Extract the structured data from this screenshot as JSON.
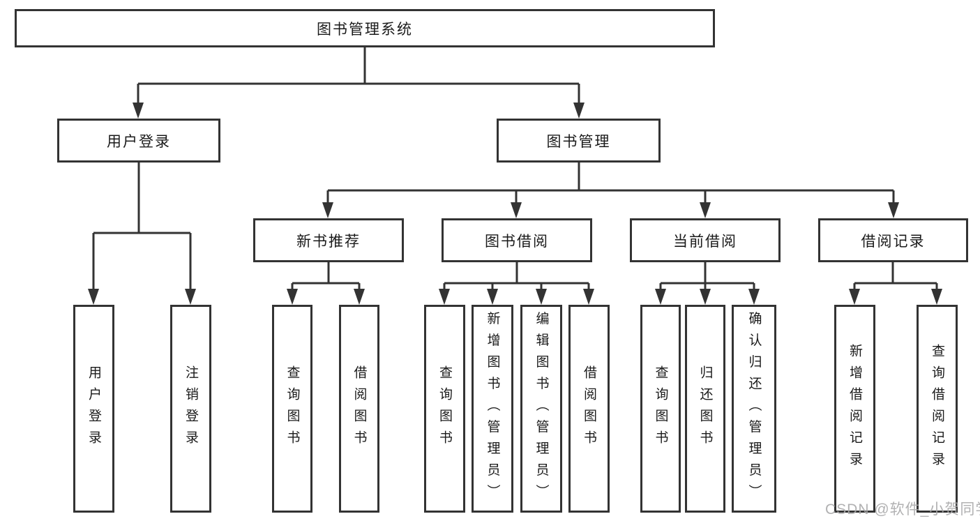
{
  "tree": {
    "root": {
      "label": "图书管理系统"
    },
    "level1": [
      {
        "label": "用户登录",
        "leaves": [
          "用户登录",
          "注销登录"
        ]
      },
      {
        "label": "图书管理",
        "groups": [
          {
            "label": "新书推荐",
            "leaves": [
              "查询图书",
              "借阅图书"
            ]
          },
          {
            "label": "图书借阅",
            "leaves": [
              "查询图书",
              "新增图书（管理员）",
              "编辑图书（管理员）",
              "借阅图书"
            ]
          },
          {
            "label": "当前借阅",
            "leaves": [
              "查询图书",
              "归还图书",
              "确认归还（管理员）"
            ]
          },
          {
            "label": "借阅记录",
            "leaves": [
              "新增借阅记录",
              "查询借阅记录"
            ]
          }
        ]
      }
    ]
  },
  "watermark": "CSDN @软件_小贺同学",
  "colors": {
    "line": "#333333",
    "box_border": "#333333",
    "box_fill": "#ffffff",
    "text": "#1a1a1a",
    "watermark": "#a8a8aa",
    "background": "#ffffff"
  }
}
